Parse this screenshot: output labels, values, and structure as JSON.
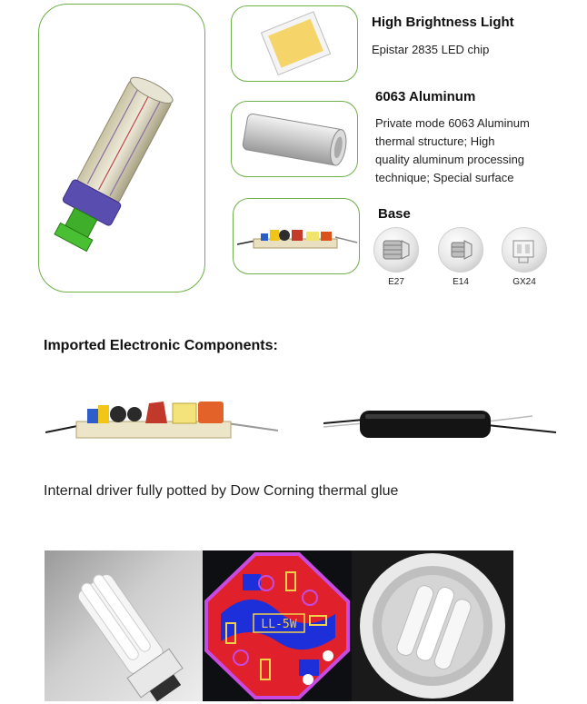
{
  "features": {
    "led": {
      "title": "High Brightness Light",
      "text": "Epistar 2835 LED chip"
    },
    "aluminum": {
      "title": "6063 Aluminum",
      "lines": [
        "Private mode 6063 Aluminum",
        "thermal structure; High",
        "quality aluminum processing",
        "technique; Special surface"
      ]
    },
    "base": {
      "title": "Base",
      "items": [
        {
          "label": "E27",
          "icon": "e27-base-icon"
        },
        {
          "label": "E14",
          "icon": "e14-base-icon"
        },
        {
          "label": "GX24",
          "icon": "gx24-base-icon"
        }
      ]
    }
  },
  "components": {
    "title": "Imported Electronic Components:",
    "caption": "Internal driver fully potted by Dow Corning thermal glue"
  },
  "pcb": {
    "label": "LL-5W"
  },
  "colors": {
    "frame_green": "#6fb04a",
    "pcb_red": "#e0202a",
    "pcb_blue": "#1c2fd8"
  }
}
